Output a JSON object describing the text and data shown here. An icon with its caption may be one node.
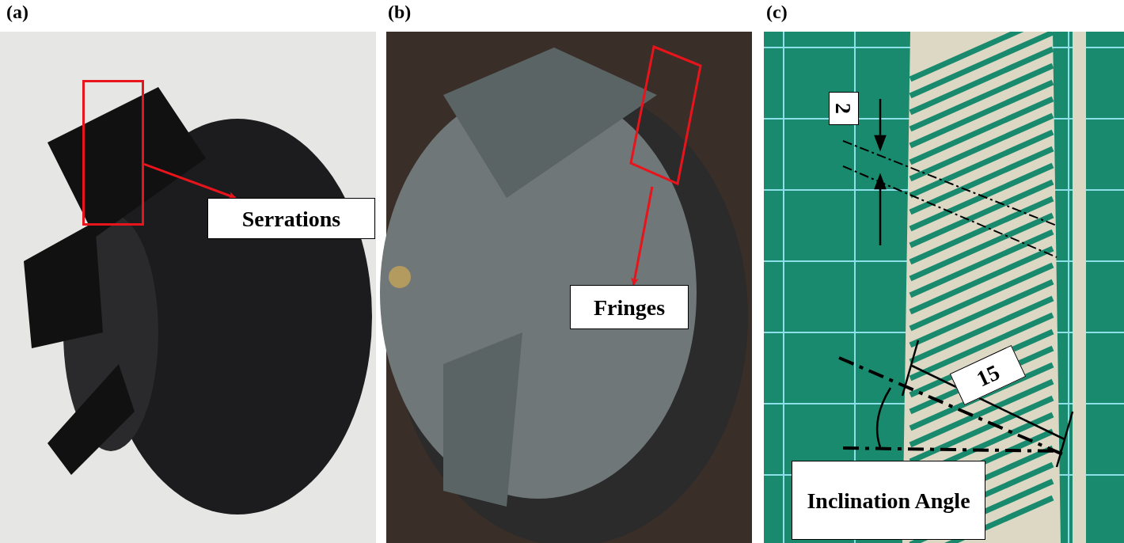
{
  "diagram": {
    "nodes": [
      {
        "text": [],
        "shape": "box"
      },
      {
        "text": [
          "Serrations"
        ]
      },
      {
        "text": [],
        "shape": "box"
      },
      {
        "text": [
          "Fringes"
        ]
      },
      {
        "text": [
          "2"
        ]
      },
      {
        "text": [
          "15"
        ]
      },
      {
        "text": [
          "Inclination Angle"
        ]
      }
    ],
    "edges": [
      {
        "from": 0,
        "to": 1,
        "arrow": "to"
      },
      {
        "from": 2,
        "to": 3,
        "arrow": "to"
      }
    ],
    "labels": [
      "(a)",
      "(b)",
      "(c)"
    ]
  }
}
